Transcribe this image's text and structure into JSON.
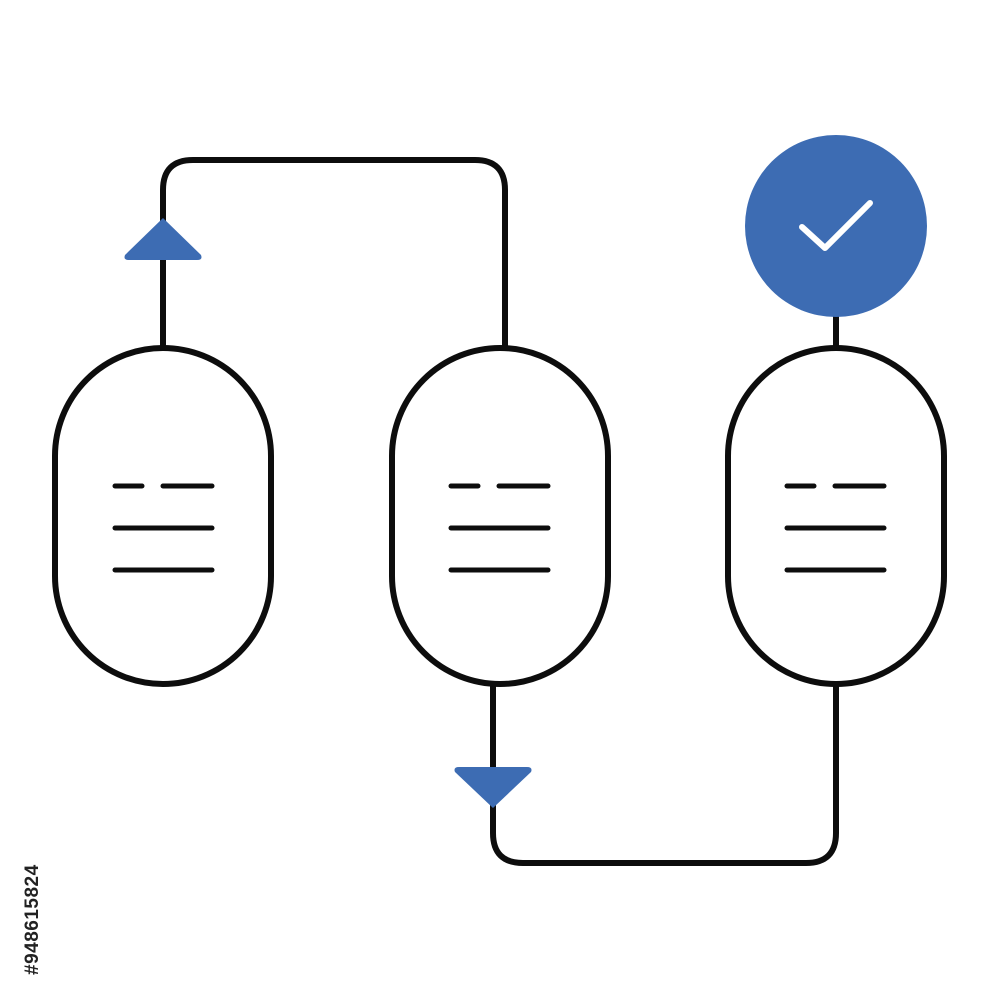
{
  "diagram": {
    "stroke_color": "#0d0d0d",
    "accent_color": "#3d6cb3",
    "background_color": "#ffffff",
    "nodes": [
      {
        "id": "step-1",
        "lines": 3
      },
      {
        "id": "step-2",
        "lines": 3
      },
      {
        "id": "step-3",
        "lines": 3
      }
    ],
    "connectors": [
      {
        "from": "step-1",
        "to": "step-2",
        "arrow": "up-arrow-icon"
      },
      {
        "from": "step-2",
        "to": "step-3",
        "arrow": "down-arrow-icon"
      }
    ],
    "completion_icon": "checkmark-icon"
  },
  "watermark": {
    "stock_id": "#948615824"
  }
}
